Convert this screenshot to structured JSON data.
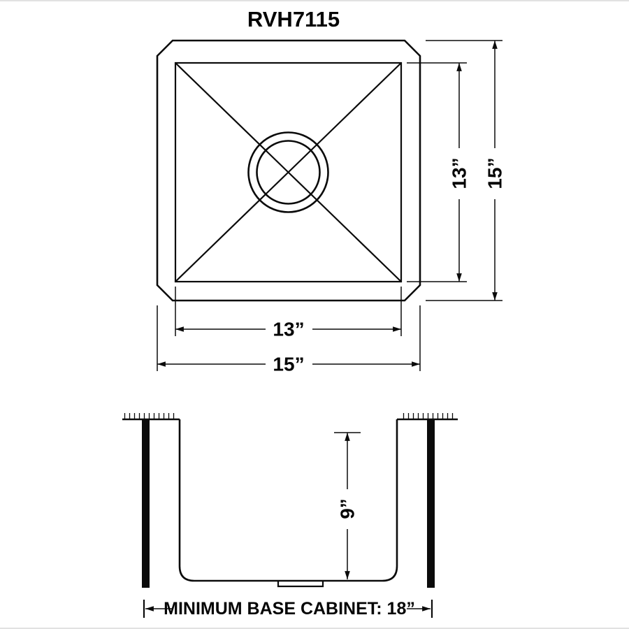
{
  "title": "RVH7115",
  "top_view": {
    "inner_height": "13”",
    "outer_height": "15”",
    "inner_width": "13”",
    "outer_width": "15”"
  },
  "side_view": {
    "depth": "9”",
    "cabinet_note": "MINIMUM BASE CABINET: 18”"
  }
}
